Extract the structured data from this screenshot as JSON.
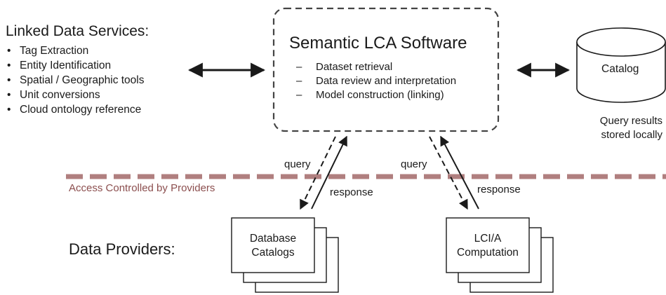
{
  "linked_services": {
    "title": "Linked Data Services:",
    "items": [
      "Tag Extraction",
      "Entity Identification",
      "Spatial / Geographic tools",
      "Unit conversions",
      "Cloud ontology reference"
    ]
  },
  "semantic": {
    "title": "Semantic LCA Software",
    "items": [
      "Dataset retrieval",
      "Data review and interpretation",
      "Model construction (linking)"
    ]
  },
  "catalog": {
    "label": "Catalog",
    "note_line1": "Query results",
    "note_line2": "stored locally"
  },
  "edges": {
    "query_left": "query",
    "response_left": "response",
    "query_right": "query",
    "response_right": "response"
  },
  "access_label": "Access Controlled by Providers",
  "providers": {
    "title": "Data Providers:",
    "box1_line1": "Database",
    "box1_line2": "Catalogs",
    "box2_line1": "LCI/A",
    "box2_line2": "Computation"
  },
  "colors": {
    "access_line": "#b07f7f",
    "access_text": "#8b4e4e",
    "stroke": "#1a1a1a",
    "dashed_box": "#444444"
  }
}
